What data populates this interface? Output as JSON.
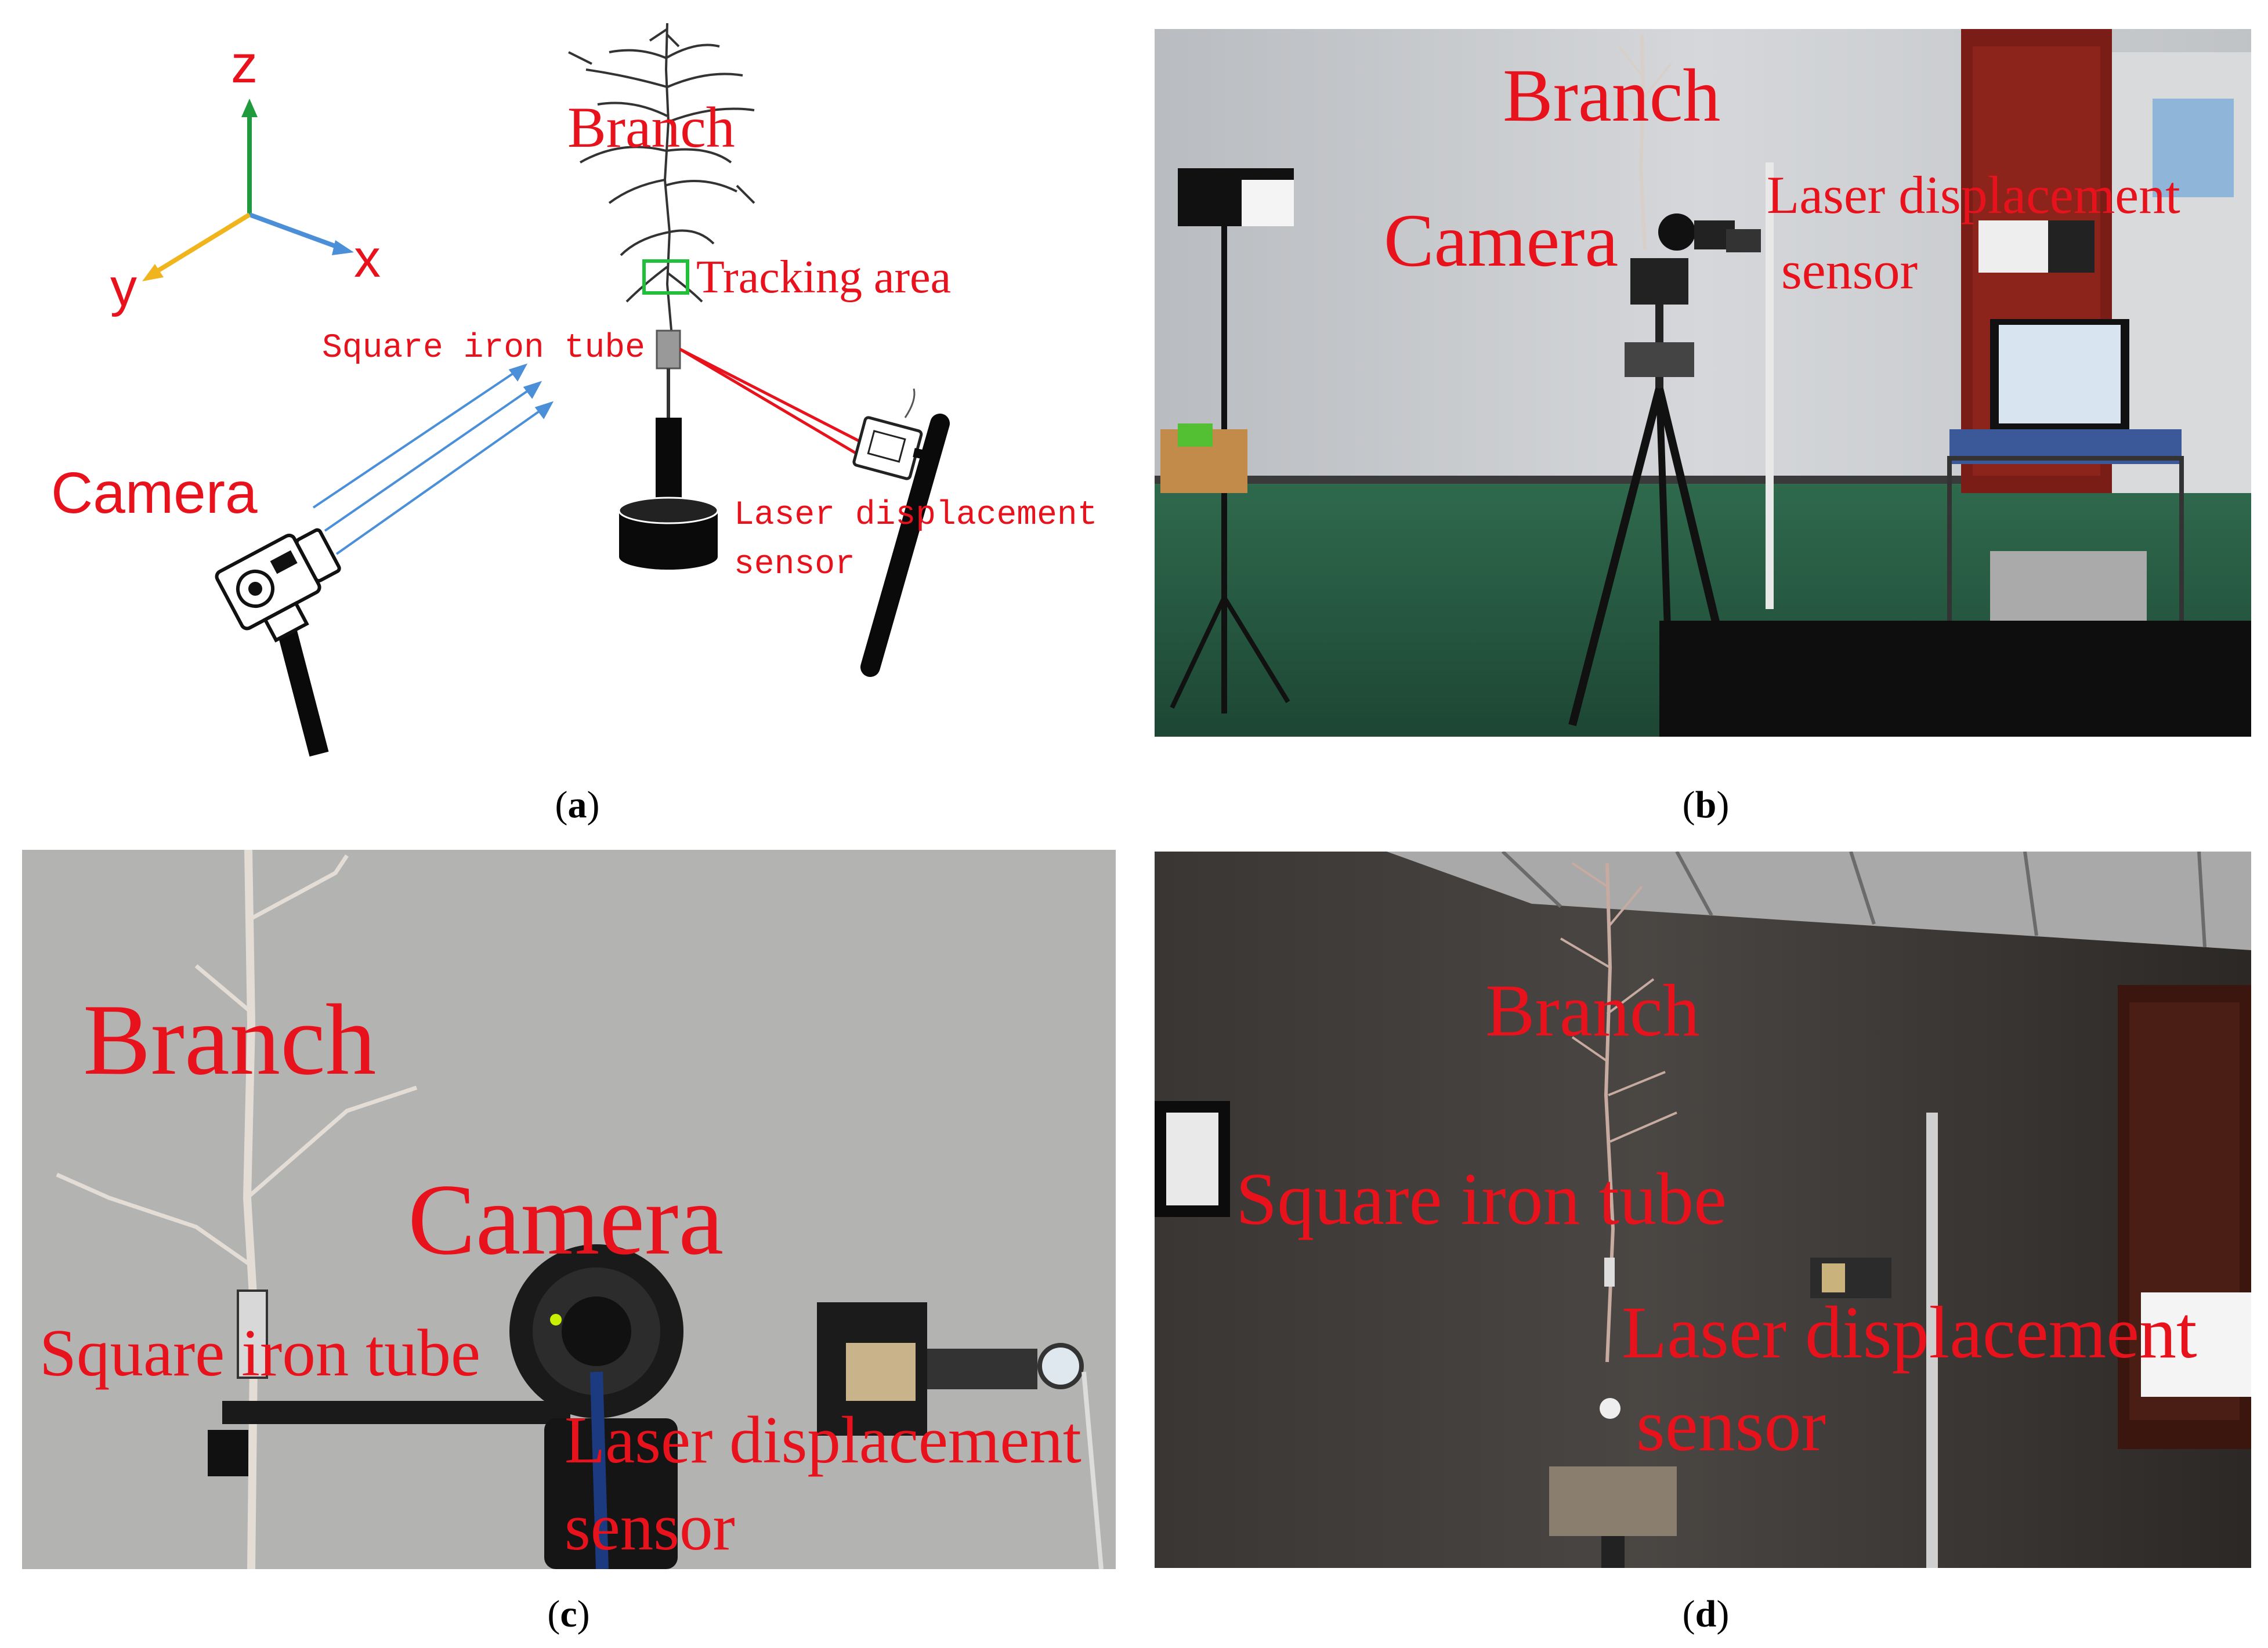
{
  "panels": {
    "a": {
      "caption_open": "(",
      "caption_letter": "a",
      "caption_close": ")",
      "axis_z": "z",
      "axis_y": "y",
      "axis_x": "x",
      "branch": "Branch",
      "tracking_area": "Tracking area",
      "square_iron_tube": "Square iron tube",
      "camera": "Camera",
      "laser_line1": "Laser displacement",
      "laser_line2": "sensor"
    },
    "b": {
      "caption_open": "(",
      "caption_letter": "b",
      "caption_close": ")",
      "branch": "Branch",
      "camera": "Camera",
      "laser_line1": "Laser displacement",
      "laser_line2": "sensor"
    },
    "c": {
      "caption_open": "(",
      "caption_letter": "c",
      "caption_close": ")",
      "branch": "Branch",
      "camera": "Camera",
      "square_iron_tube": "Square iron tube",
      "laser_line1": "Laser displacement",
      "laser_line2": "sensor"
    },
    "d": {
      "caption_open": "(",
      "caption_letter": "d",
      "caption_close": ")",
      "branch": "Branch",
      "square_iron_tube": "Square iron tube",
      "laser_line1": "Laser displacement",
      "laser_line2": "sensor"
    }
  },
  "colors": {
    "label_red": "#e8121c",
    "axis_z": "#1f9a3c",
    "axis_y": "#f0b41c",
    "axis_x": "#4a8fd8",
    "tracking_box": "#22c03a"
  }
}
